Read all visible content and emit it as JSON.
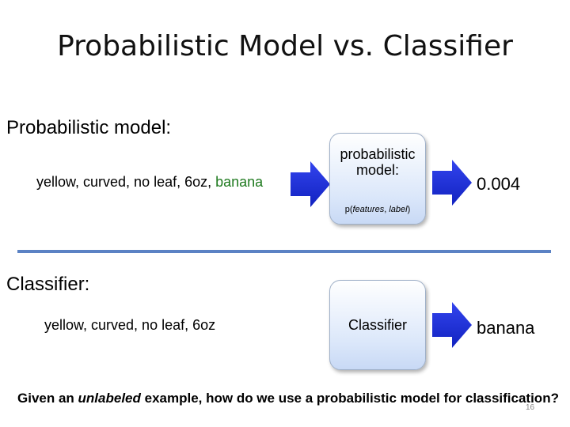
{
  "title": "Probabilistic Model vs. Classifier",
  "top": {
    "section_label": "Probabilistic model:",
    "features_text": "yellow, curved, no leaf, 6oz, ",
    "label_text": "banana",
    "box_line1": "probabilistic",
    "box_line2": "model:",
    "box_sub_prefix": "p(",
    "box_sub_features": "features",
    "box_sub_sep": ", ",
    "box_sub_label": "label",
    "box_sub_suffix": ")",
    "output": "0.004"
  },
  "bottom": {
    "section_label": "Classifier:",
    "features_text": "yellow, curved, no leaf, 6oz",
    "box_label": "Classifier",
    "output": "banana"
  },
  "question": {
    "part1": "Given an ",
    "emph": "unlabeled",
    "part2": " example, how do we use a probabilistic model for classification?"
  },
  "slide_number": "16",
  "colors": {
    "accent_line": "#5b82c4",
    "arrow": "#1a2bd8",
    "label_green": "#1f7a1f"
  }
}
